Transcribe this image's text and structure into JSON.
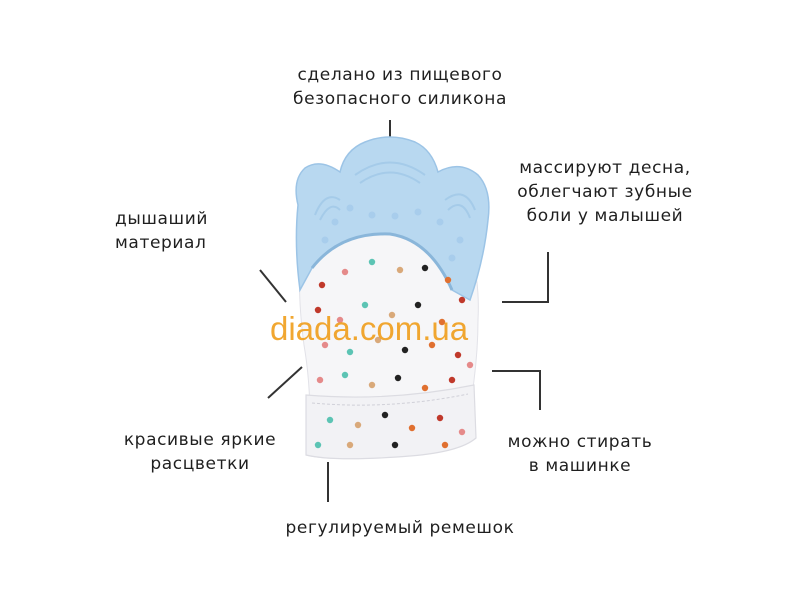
{
  "callouts": {
    "top": [
      "сделано из пищевого",
      "безопасного силикона"
    ],
    "right_top": [
      "массируют десна,",
      "облегчают зубные",
      "боли у малышей"
    ],
    "left_top": [
      "дышаший",
      "материал"
    ],
    "left_bottom": [
      "красивые яркие",
      "расцветки"
    ],
    "right_bottom": [
      "можно стирать",
      "в машинке"
    ],
    "bottom": [
      "регулируемый ремешок"
    ]
  },
  "watermark": "diada.com.ua",
  "colors": {
    "silicone": "#b8d8f0",
    "silicone_shade": "#9cc4e6",
    "fabric": "#f6f6f8",
    "line": "#333333",
    "watermark": "#f0a020",
    "dots": [
      "#c0392b",
      "#e58a8a",
      "#5cc4b4",
      "#d9a97a",
      "#222222",
      "#e07030"
    ]
  }
}
